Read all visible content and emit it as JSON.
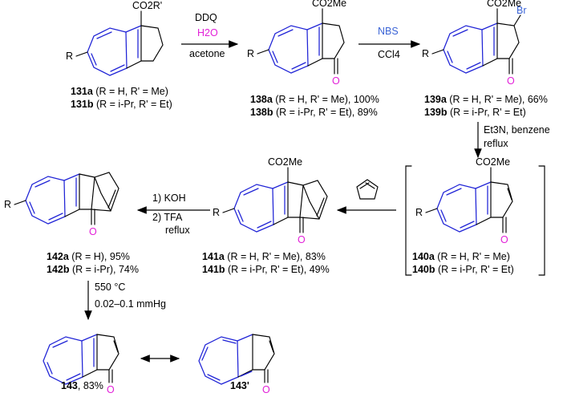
{
  "scheme": {
    "compounds": {
      "c131": {
        "substituent_ester": "CO2R'",
        "r_label": "R",
        "labels": [
          {
            "id": "131a",
            "cond": "(R = H, R' = Me)",
            "yield": ""
          },
          {
            "id": "131b",
            "cond": "(R = i-Pr, R' = Et)",
            "yield": ""
          }
        ]
      },
      "c138": {
        "substituent_ester": "CO2Me",
        "r_label": "R",
        "oxygen": "O",
        "labels": [
          {
            "id": "138a",
            "cond": "(R = H, R' = Me),",
            "yield": "100%"
          },
          {
            "id": "138b",
            "cond": "(R = i-Pr, R' = Et),",
            "yield": "89%"
          }
        ]
      },
      "c139": {
        "substituent_ester": "CO2Me",
        "bromine": "Br",
        "r_label": "R",
        "oxygen": "O",
        "labels": [
          {
            "id": "139a",
            "cond": "(R = H, R' = Me),",
            "yield": "66%"
          },
          {
            "id": "139b",
            "cond": "(R = i-Pr, R' = Et)",
            "yield": ""
          }
        ]
      },
      "c140": {
        "substituent_ester": "CO2Me",
        "r_label": "R",
        "oxygen": "O",
        "labels": [
          {
            "id": "140a",
            "cond": "(R = H, R' = Me)",
            "yield": ""
          },
          {
            "id": "140b",
            "cond": "(R = i-Pr, R' = Et)",
            "yield": ""
          }
        ]
      },
      "c141": {
        "substituent_ester": "CO2Me",
        "r_label": "R",
        "oxygen": "O",
        "labels": [
          {
            "id": "141a",
            "cond": "(R = H, R' = Me),",
            "yield": "83%"
          },
          {
            "id": "141b",
            "cond": "(R = i-Pr, R' = Et),",
            "yield": "49%"
          }
        ]
      },
      "c142": {
        "r_label": "R",
        "oxygen": "O",
        "labels": [
          {
            "id": "142a",
            "cond": "(R = H),",
            "yield": "95%"
          },
          {
            "id": "142b",
            "cond": "(R = i-Pr),",
            "yield": "74%"
          }
        ]
      },
      "c143": {
        "oxygen": "O",
        "label": "143",
        "yield": "83%",
        "prime_label": "143'"
      }
    },
    "arrows": {
      "a1": {
        "above": "DDQ",
        "middle": "H2O",
        "below": "acetone"
      },
      "a2": {
        "above": "NBS",
        "below": "CCl4"
      },
      "a3": {
        "line1": "Et3N, benzene",
        "line2": "reflux"
      },
      "a5": {
        "line1": "1) KOH",
        "line2": "2) TFA",
        "line3": "reflux"
      },
      "a6": {
        "line1": "550 °C",
        "line2": "0.02–0.1 mmHg"
      }
    },
    "colors": {
      "bond": "#000000",
      "azulene": "#1f23d6",
      "oxygen": "#e21fd8",
      "bromine": "#3b64d6",
      "reagent_nbs": "#3b64d6"
    }
  }
}
